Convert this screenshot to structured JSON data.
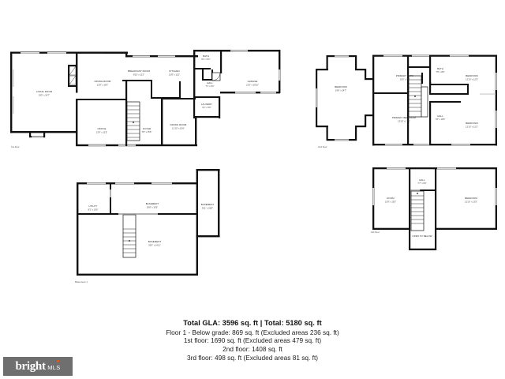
{
  "document": {
    "type": "floor-plan-sheet",
    "background": "#ffffff",
    "wall_color": "#111111",
    "window_color": "#d9d9d9"
  },
  "summary": {
    "title": "Total GLA: 3596 sq. ft  |  Total: 5180 sq. ft",
    "lines": [
      "Floor 1 - Below grade: 869 sq. ft (Excluded areas 236 sq. ft)",
      "1st floor: 1690 sq. ft (Excluded areas 479 sq. ft)",
      "2nd floor: 1408 sq. ft",
      "3rd floor: 498 sq. ft (Excluded areas 81 sq. ft)"
    ]
  },
  "logo": {
    "brand": "bright",
    "suffix": "MLS",
    "background": "#6f6f6f",
    "accent": "#e8581c"
  },
  "floors": [
    {
      "id": "first-floor",
      "label": "1st floor",
      "rooms": [
        {
          "name": "LIVING ROOM",
          "dim": "19'5\" x 24'7\""
        },
        {
          "name": "DINING ROOM",
          "dim": "13'9\" x 10'6\""
        },
        {
          "name": "BREAKFAST ROOM",
          "dim": "8'10\" x 11'2\""
        },
        {
          "name": "KITCHEN",
          "dim": "12'8\" x 11'2\""
        },
        {
          "name": "BATH",
          "dim": "6'1\" x 5'1\""
        },
        {
          "name": "HALL",
          "dim": "7'1\" x 9'1\""
        },
        {
          "name": "LAUNDRY",
          "dim": "6'1\" x 5'6\""
        },
        {
          "name": "GARAGE",
          "dim": "21'0\" x 20'10\""
        },
        {
          "name": "OFFICE",
          "dim": "13'9\" x 12'5\""
        },
        {
          "name": "FOYER",
          "dim": "7'8\" x 15'6\""
        },
        {
          "name": "DINING ROOM",
          "dim": "12'10\" x 15'6\""
        }
      ]
    },
    {
      "id": "second-floor",
      "label": "2nd floor",
      "rooms": [
        {
          "name": "BEDROOM",
          "dim": "19'6\" x 24'7\""
        },
        {
          "name": "PRIMARY BATH",
          "dim": "13'5\" x 9'1\""
        },
        {
          "name": "BATH",
          "dim": "7'8\" x 8'6\""
        },
        {
          "name": "BEDROOM",
          "dim": "12'10\" x 12'5\""
        },
        {
          "name": "PRIMARY BEDROOM",
          "dim": "13'10\" x 17'1\""
        },
        {
          "name": "HALL",
          "dim": "7'8\" x 18'5\""
        },
        {
          "name": "BEDROOM",
          "dim": "12'10\" x 12'2\""
        }
      ]
    },
    {
      "id": "basement-1",
      "label": "Basement 1",
      "rooms": [
        {
          "name": "UTILITY",
          "dim": "8'2\" x 10'6\""
        },
        {
          "name": "BASEMENT",
          "dim": "26'8\" x 10'6\""
        },
        {
          "name": "BASEMENT",
          "dim": "5'11\" x 26'8\""
        },
        {
          "name": "BASEMENT",
          "dim": "20'0\" x 14'11\""
        }
      ]
    },
    {
      "id": "third-floor",
      "label": "3rd floor",
      "rooms": [
        {
          "name": "ROOM",
          "dim": "13'9\" x 13'5\""
        },
        {
          "name": "HALL",
          "dim": "7'7\" x 6'9\""
        },
        {
          "name": "BEDROOM",
          "dim": "12'10\" x 13'5\""
        },
        {
          "name": "OPEN TO BELOW",
          "dim": ""
        }
      ]
    }
  ]
}
